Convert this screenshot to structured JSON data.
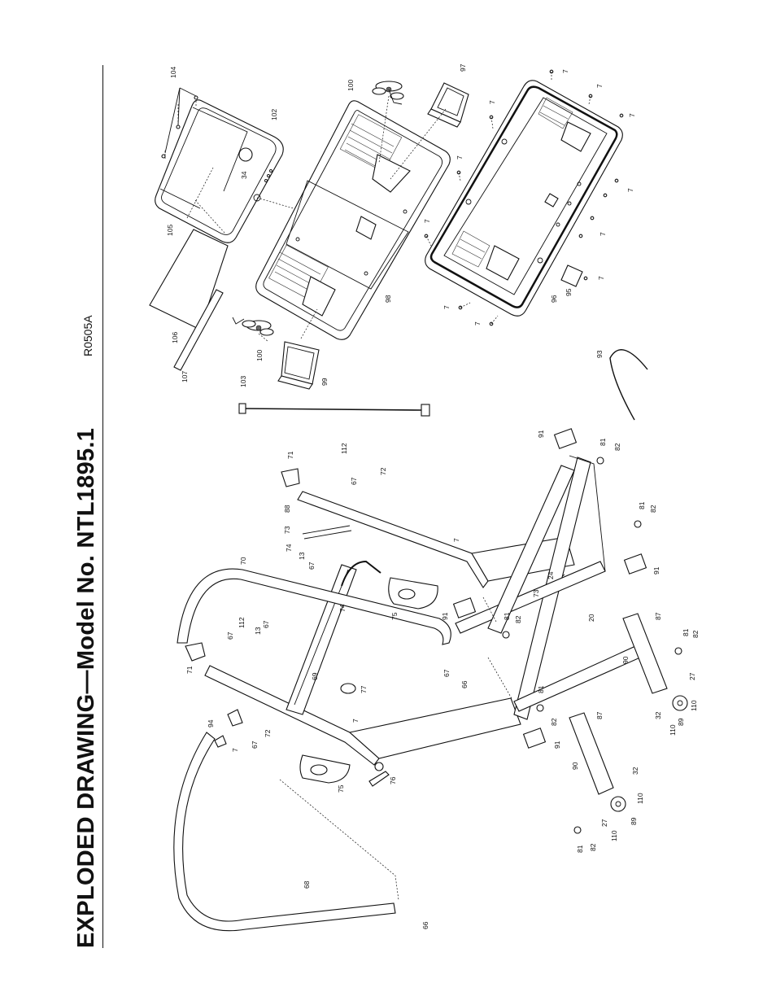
{
  "title": "EXPLODED DRAWING—Model No. NTL1895.1",
  "reference_code": "R0505A",
  "callouts": [
    {
      "id": "c104",
      "label": "104"
    },
    {
      "id": "c102",
      "label": "102"
    },
    {
      "id": "c34",
      "label": "34"
    },
    {
      "id": "c105",
      "label": "105"
    },
    {
      "id": "c106",
      "label": "106"
    },
    {
      "id": "c107",
      "label": "107"
    },
    {
      "id": "c100a",
      "label": "100"
    },
    {
      "id": "c100b",
      "label": "100"
    },
    {
      "id": "c97",
      "label": "97"
    },
    {
      "id": "c98",
      "label": "98"
    },
    {
      "id": "c99",
      "label": "99"
    },
    {
      "id": "c103",
      "label": "103"
    },
    {
      "id": "c96",
      "label": "96"
    },
    {
      "id": "c95",
      "label": "95"
    },
    {
      "id": "c93",
      "label": "93"
    },
    {
      "id": "c7a",
      "label": "7"
    },
    {
      "id": "c7b",
      "label": "7"
    },
    {
      "id": "c7c",
      "label": "7"
    },
    {
      "id": "c7d",
      "label": "7"
    },
    {
      "id": "c7e",
      "label": "7"
    },
    {
      "id": "c7f",
      "label": "7"
    },
    {
      "id": "c7g",
      "label": "7"
    },
    {
      "id": "c7h",
      "label": "7"
    },
    {
      "id": "c7i",
      "label": "7"
    },
    {
      "id": "c7j",
      "label": "7"
    },
    {
      "id": "c7k",
      "label": "7"
    },
    {
      "id": "c7l",
      "label": "7"
    },
    {
      "id": "c7m",
      "label": "7"
    },
    {
      "id": "c7n",
      "label": "7"
    },
    {
      "id": "c71a",
      "label": "71"
    },
    {
      "id": "c71b",
      "label": "71"
    },
    {
      "id": "c112a",
      "label": "112"
    },
    {
      "id": "c112b",
      "label": "112"
    },
    {
      "id": "c72a",
      "label": "72"
    },
    {
      "id": "c72b",
      "label": "72"
    },
    {
      "id": "c67a",
      "label": "67"
    },
    {
      "id": "c67b",
      "label": "67"
    },
    {
      "id": "c67c",
      "label": "67"
    },
    {
      "id": "c67d",
      "label": "67"
    },
    {
      "id": "c67e",
      "label": "67"
    },
    {
      "id": "c67f",
      "label": "67"
    },
    {
      "id": "c88",
      "label": "88"
    },
    {
      "id": "c73a",
      "label": "73"
    },
    {
      "id": "c73b",
      "label": "73"
    },
    {
      "id": "c74a",
      "label": "74"
    },
    {
      "id": "c74b",
      "label": "74"
    },
    {
      "id": "c13a",
      "label": "13"
    },
    {
      "id": "c13b",
      "label": "13"
    },
    {
      "id": "c70",
      "label": "70"
    },
    {
      "id": "c69",
      "label": "69"
    },
    {
      "id": "c77",
      "label": "77"
    },
    {
      "id": "c94",
      "label": "94"
    },
    {
      "id": "c75a",
      "label": "75"
    },
    {
      "id": "c75b",
      "label": "75"
    },
    {
      "id": "c76",
      "label": "76"
    },
    {
      "id": "c68",
      "label": "68"
    },
    {
      "id": "c66a",
      "label": "66"
    },
    {
      "id": "c66b",
      "label": "66"
    },
    {
      "id": "c24",
      "label": "24"
    },
    {
      "id": "c20",
      "label": "20"
    },
    {
      "id": "c91a",
      "label": "91"
    },
    {
      "id": "c91b",
      "label": "91"
    },
    {
      "id": "c91c",
      "label": "91"
    },
    {
      "id": "c91d",
      "label": "91"
    },
    {
      "id": "c81a",
      "label": "81"
    },
    {
      "id": "c81b",
      "label": "81"
    },
    {
      "id": "c81c",
      "label": "81"
    },
    {
      "id": "c81d",
      "label": "81"
    },
    {
      "id": "c81e",
      "label": "81"
    },
    {
      "id": "c81f",
      "label": "81"
    },
    {
      "id": "c82a",
      "label": "82"
    },
    {
      "id": "c82b",
      "label": "82"
    },
    {
      "id": "c82c",
      "label": "82"
    },
    {
      "id": "c82d",
      "label": "82"
    },
    {
      "id": "c82e",
      "label": "82"
    },
    {
      "id": "c82f",
      "label": "82"
    },
    {
      "id": "c87a",
      "label": "87"
    },
    {
      "id": "c87b",
      "label": "87"
    },
    {
      "id": "c90a",
      "label": "90"
    },
    {
      "id": "c90b",
      "label": "90"
    },
    {
      "id": "c27a",
      "label": "27"
    },
    {
      "id": "c27b",
      "label": "27"
    },
    {
      "id": "c32a",
      "label": "32"
    },
    {
      "id": "c32b",
      "label": "32"
    },
    {
      "id": "c89a",
      "label": "89"
    },
    {
      "id": "c89b",
      "label": "89"
    },
    {
      "id": "c110a",
      "label": "110"
    },
    {
      "id": "c110b",
      "label": "110"
    },
    {
      "id": "c110c",
      "label": "110"
    },
    {
      "id": "c110d",
      "label": "110"
    }
  ]
}
